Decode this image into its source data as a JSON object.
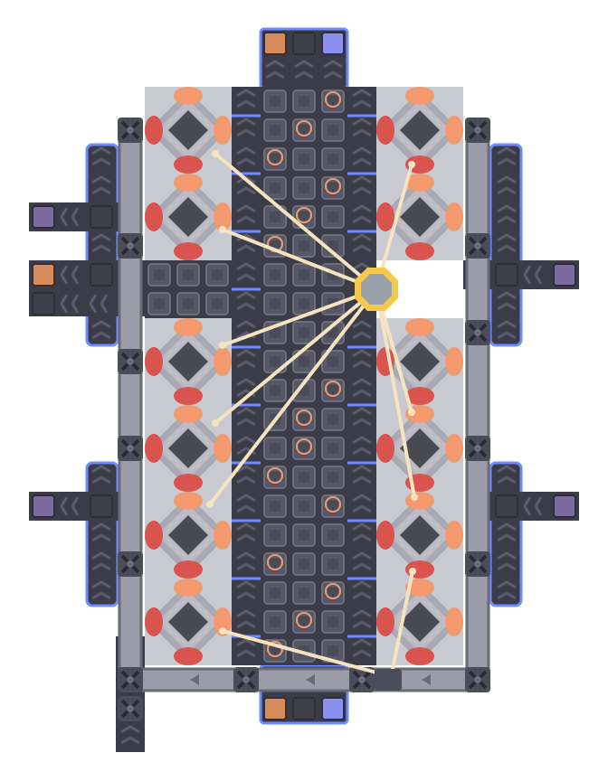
{
  "scene": {
    "name": "factory-base-top-down",
    "palette": {
      "background": "#ffffff",
      "belt_dark": "#3b3c47",
      "belt_mid": "#4c4d5a",
      "belt_outline_blue": "#6e8cff",
      "belt_arrow": "#2b2c35",
      "belt_arrow_light": "#5b5d6e",
      "pipe_grey": "#9c9ca8",
      "pipe_dark": "#6a6a78",
      "machine_light": "#c9c9d1",
      "machine_mid": "#a9a9b4",
      "machine_core": "#4a4a55",
      "accent_red": "#d9544f",
      "accent_orange": "#f29a6e",
      "beam": "#f6e3bf",
      "node_gold": "#f7c94b",
      "node_core": "#9aa0aa",
      "port_orange": "#d58b5b",
      "port_blue": "#8a8ff0",
      "port_purple": "#7b6a9e",
      "port_dark": "#3f404b"
    },
    "machines": {
      "left_column_count": 6,
      "right_column_count": 6
    },
    "ports": {
      "top": [
        "orange",
        "dark",
        "blue"
      ],
      "bottom": [
        "orange",
        "dark",
        "blue"
      ],
      "left": [
        "purple",
        "orange",
        "dark",
        "purple"
      ],
      "right": [
        "purple",
        "purple",
        "purple"
      ]
    },
    "hub_node": "relay-node"
  }
}
